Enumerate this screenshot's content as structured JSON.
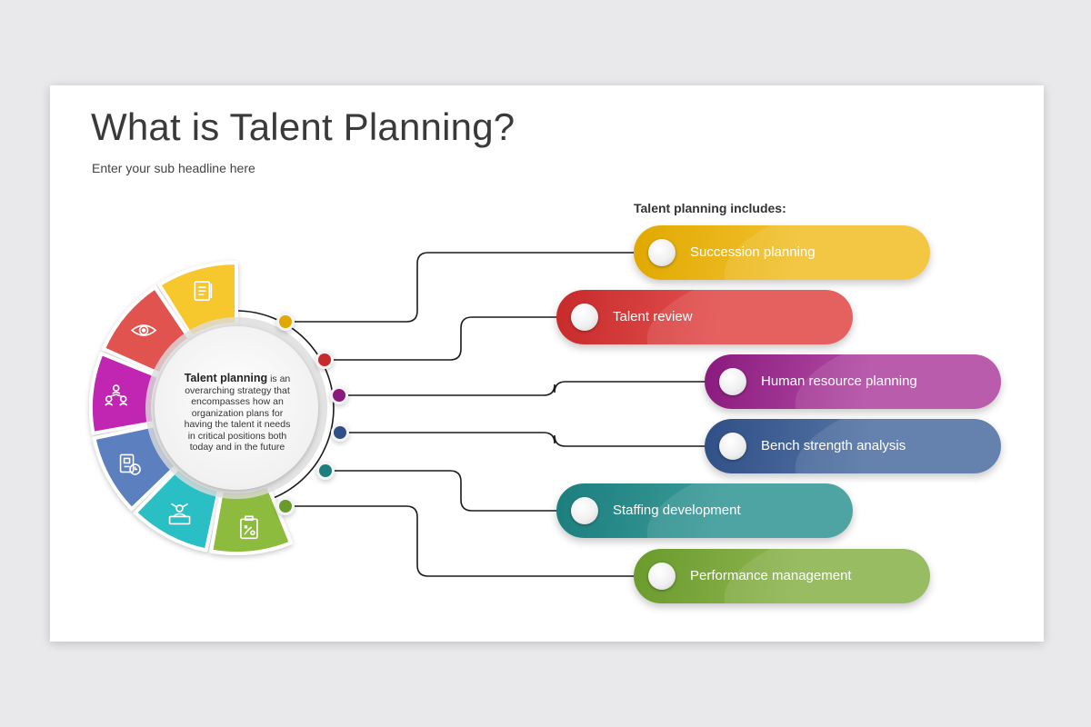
{
  "slide": {
    "title": "What is Talent Planning?",
    "subtitle": "Enter your sub headline here"
  },
  "center": {
    "bold": "Talent planning",
    "body": " is an overarching strategy that encompasses how an organization plans for having the talent it needs in critical positions both today and in the future"
  },
  "includes_heading": "Talent planning includes:",
  "items": [
    {
      "label": "Succession planning",
      "color": "#f2c12e",
      "dark": "#e0a800"
    },
    {
      "label": "Talent review",
      "color": "#e2504f",
      "dark": "#c72a2a"
    },
    {
      "label": "Human resource planning",
      "color": "#b24aa3",
      "dark": "#8a1a7e"
    },
    {
      "label": "Bench strength analysis",
      "color": "#5474a5",
      "dark": "#2f4f86"
    },
    {
      "label": "Staffing development",
      "color": "#3a9a98",
      "dark": "#1c7f7d"
    },
    {
      "label": "Performance management",
      "color": "#8db550",
      "dark": "#6a9a2c"
    }
  ],
  "segments": [
    {
      "icon": "clipboard-icon",
      "color": "#f7c72f"
    },
    {
      "icon": "eye-icon",
      "color": "#e05250"
    },
    {
      "icon": "team-hierarchy-icon",
      "color": "#c026b1"
    },
    {
      "icon": "document-clock-icon",
      "color": "#5b7fbf"
    },
    {
      "icon": "presenter-icon",
      "color": "#2bbfc5"
    },
    {
      "icon": "strategy-board-icon",
      "color": "#8dbb3c"
    }
  ]
}
